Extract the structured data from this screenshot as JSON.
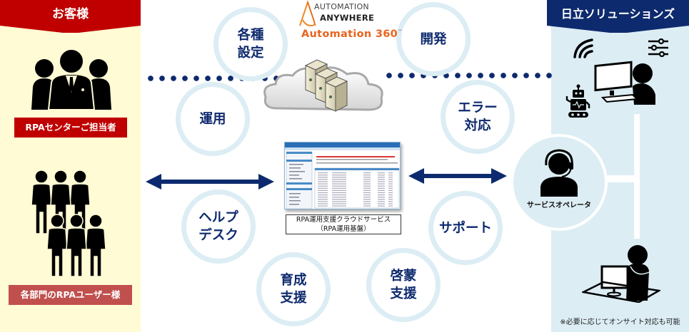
{
  "customer_side": {
    "header": "お客様",
    "rpa_center_label": "RPAセンターご担当者",
    "dept_users_label": "各部門のRPAユーザー様",
    "colors": {
      "panel_bg": "#fffbd4",
      "header_bg": "#c00000",
      "label_bg": "#c0504d"
    }
  },
  "vendor_side": {
    "header": "日立ソリューションズ",
    "operator_label": "サービスオペレータ",
    "onsite_note": "※必要に応じてオンサイト対応も可能",
    "colors": {
      "panel_bg": "#dcedf4",
      "header_bg": "#0e2a6e"
    }
  },
  "logo": {
    "brand_line1": "AUTOMATION",
    "brand_line2": "ANYWHERE",
    "product": "Automation 360",
    "trademark": "™",
    "accent_color": "#e8641e"
  },
  "platform": {
    "caption_line1": "RPA運用支援クラウドサービス",
    "caption_line2": "（RPA運用基盤）"
  },
  "services": [
    {
      "id": "settings",
      "label": "各種\n設定"
    },
    {
      "id": "development",
      "label": "開発"
    },
    {
      "id": "operation",
      "label": "運用"
    },
    {
      "id": "error-handling",
      "label": "エラー\n対応"
    },
    {
      "id": "helpdesk",
      "label": "ヘルプ\nデスク"
    },
    {
      "id": "support",
      "label": "サポート"
    },
    {
      "id": "training",
      "label": "育成\n支援"
    },
    {
      "id": "awareness",
      "label": "啓蒙\n支援"
    }
  ],
  "colors": {
    "primary_navy": "#0e2a6e",
    "circle_ring": "#dcedf4"
  }
}
